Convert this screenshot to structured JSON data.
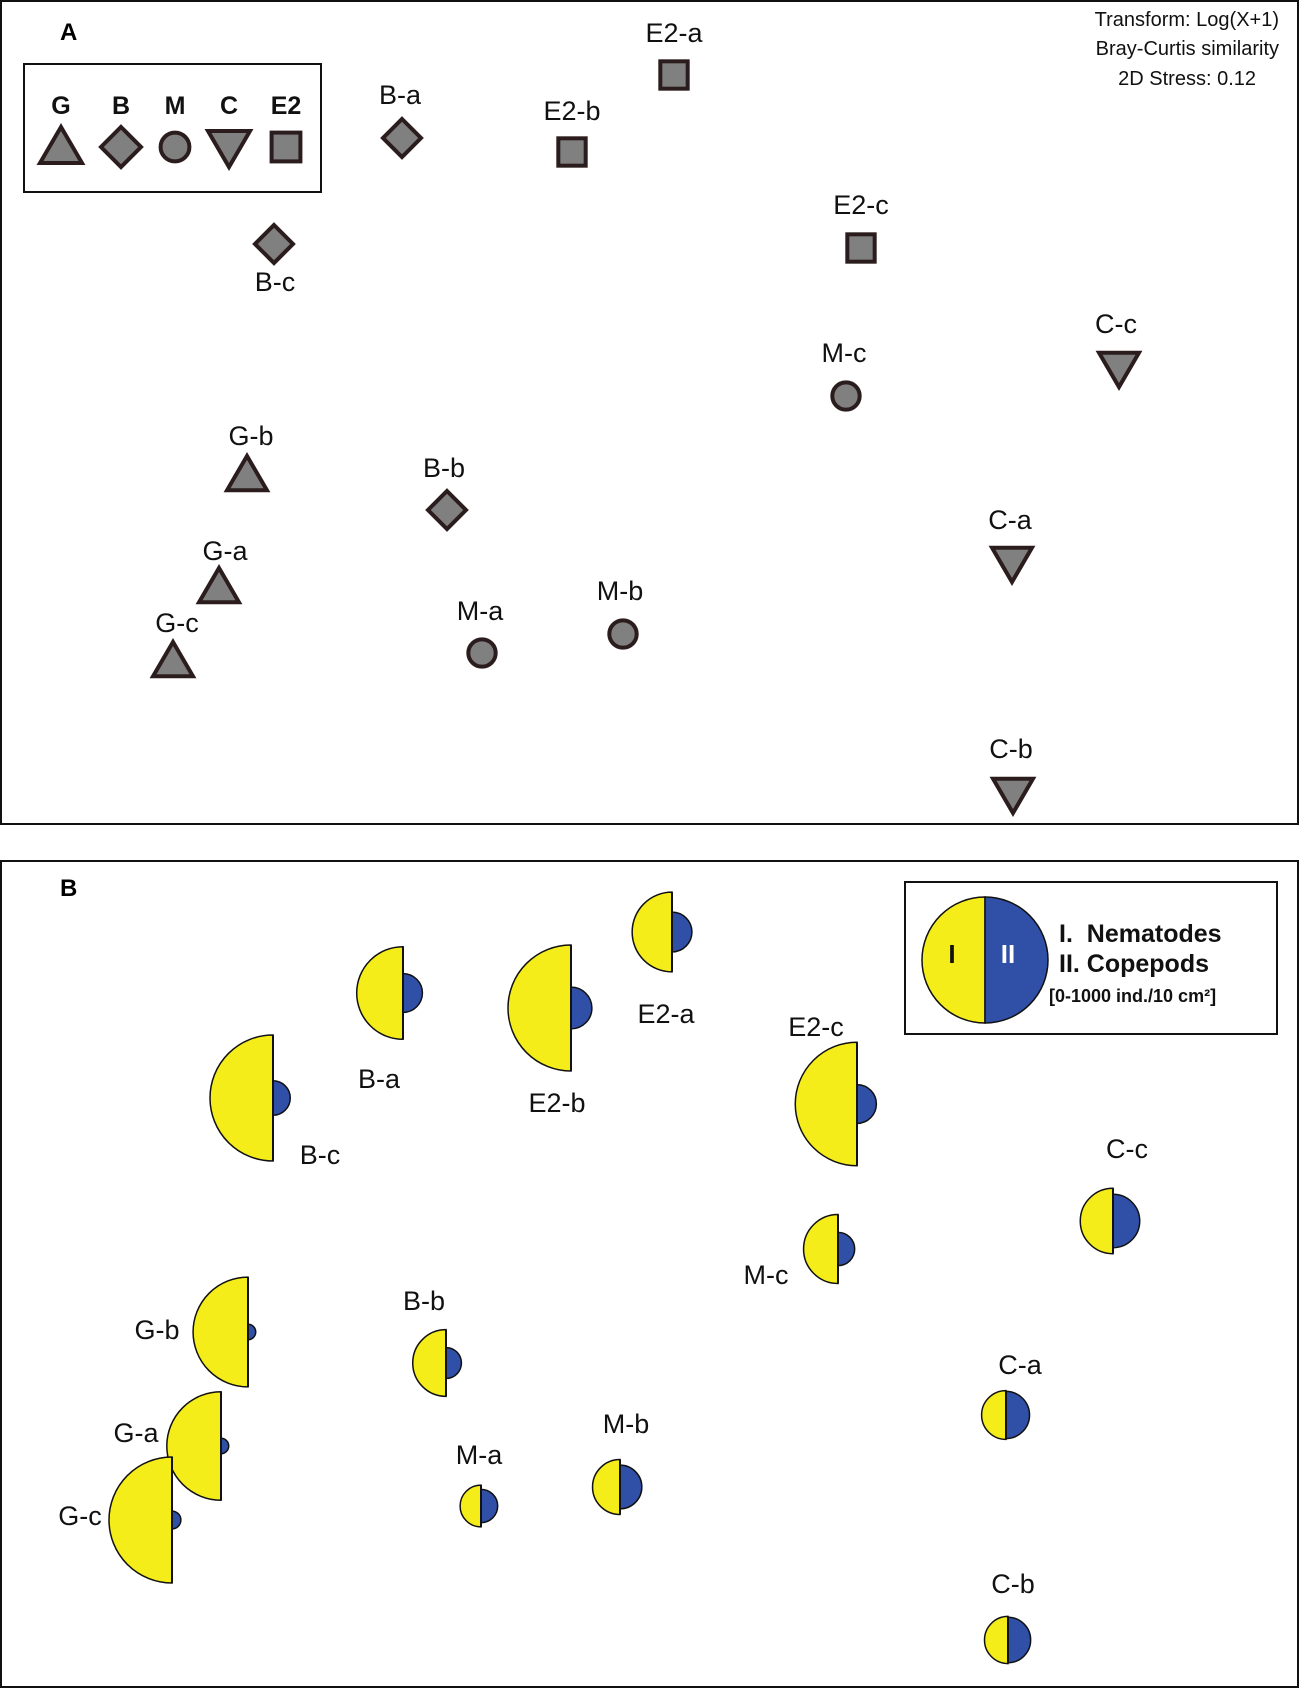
{
  "chart_data": [
    {
      "panel": "A",
      "type": "scatter",
      "transform": "Transform: Log(X+1)",
      "similarity": "Bray-Curtis similarity",
      "stress": "2D Stress: 0.12",
      "legend": [
        {
          "code": "G",
          "marker": "triangle-up"
        },
        {
          "code": "B",
          "marker": "diamond"
        },
        {
          "code": "M",
          "marker": "circle"
        },
        {
          "code": "C",
          "marker": "triangle-down"
        },
        {
          "code": "E2",
          "marker": "square"
        }
      ],
      "marker_fill": "#808080",
      "marker_stroke": "#2b1d1d",
      "points": [
        {
          "label": "E2-a",
          "group": "E2"
        },
        {
          "label": "E2-b",
          "group": "E2"
        },
        {
          "label": "E2-c",
          "group": "E2"
        },
        {
          "label": "B-a",
          "group": "B"
        },
        {
          "label": "B-c",
          "group": "B"
        },
        {
          "label": "B-b",
          "group": "B"
        },
        {
          "label": "M-c",
          "group": "M"
        },
        {
          "label": "M-a",
          "group": "M"
        },
        {
          "label": "M-b",
          "group": "M"
        },
        {
          "label": "C-c",
          "group": "C"
        },
        {
          "label": "C-a",
          "group": "C"
        },
        {
          "label": "C-b",
          "group": "C"
        },
        {
          "label": "G-b",
          "group": "G"
        },
        {
          "label": "G-a",
          "group": "G"
        },
        {
          "label": "G-c",
          "group": "G"
        }
      ]
    },
    {
      "panel": "B",
      "type": "scatter",
      "legend": {
        "nematodes_label": "I.  Nematodes",
        "copepods_label": "II. Copepods",
        "scale_label": "[0-1000 ind./10 cm²]",
        "symbol_left": "I",
        "symbol_right": "II"
      },
      "nematode_color": "#f5ed1a",
      "copepod_color": "#3050a8",
      "scale_max_ind_per_10cm2": 1000,
      "points": [
        {
          "label": "E2-a",
          "nematodes": 400,
          "copepods": 100
        },
        {
          "label": "B-a",
          "nematodes": 540,
          "copepods": 95
        },
        {
          "label": "E2-b",
          "nematodes": 1000,
          "copepods": 110
        },
        {
          "label": "B-c",
          "nematodes": 1000,
          "copepods": 75
        },
        {
          "label": "E2-c",
          "nematodes": 960,
          "copepods": 95
        },
        {
          "label": "C-c",
          "nematodes": 270,
          "copepods": 180
        },
        {
          "label": "M-c",
          "nematodes": 300,
          "copepods": 70
        },
        {
          "label": "G-b",
          "nematodes": 760,
          "copepods": 15
        },
        {
          "label": "B-b",
          "nematodes": 280,
          "copepods": 60
        },
        {
          "label": "G-a",
          "nematodes": 740,
          "copepods": 15
        },
        {
          "label": "G-c",
          "nematodes": 1000,
          "copepods": 20
        },
        {
          "label": "M-a",
          "nematodes": 110,
          "copepods": 70
        },
        {
          "label": "M-b",
          "nematodes": 190,
          "copepods": 120
        },
        {
          "label": "C-a",
          "nematodes": 150,
          "copepods": 140
        },
        {
          "label": "C-b",
          "nematodes": 140,
          "copepods": 130
        }
      ]
    }
  ]
}
